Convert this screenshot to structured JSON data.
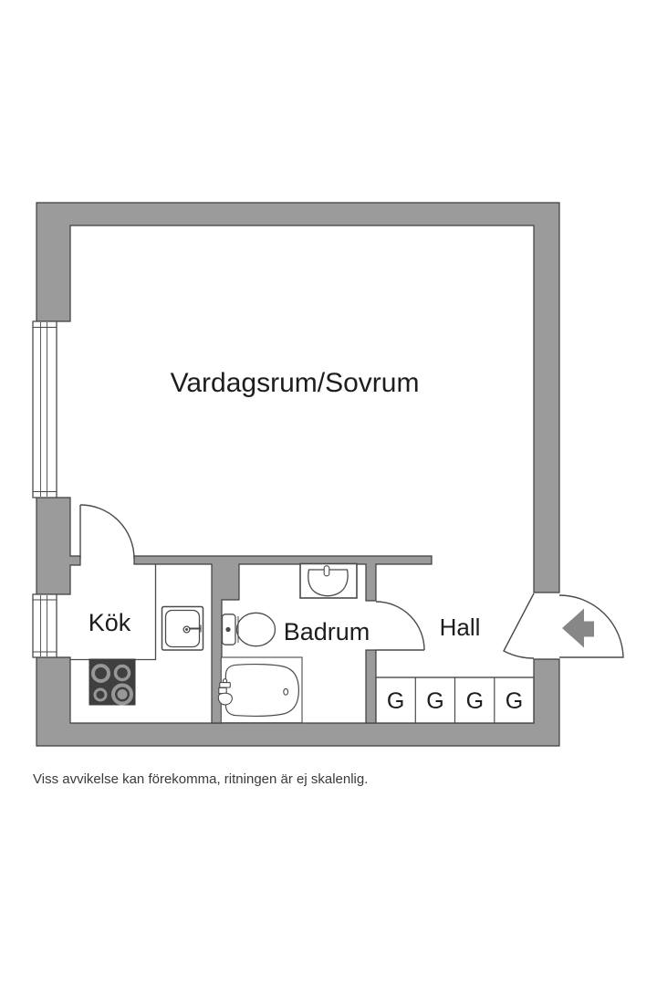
{
  "floorplan": {
    "rooms": {
      "living_room": {
        "label": "Vardagsrum/Sovrum"
      },
      "kitchen": {
        "label": "Kök"
      },
      "bathroom": {
        "label": "Badrum"
      },
      "hall": {
        "label": "Hall"
      }
    },
    "wardrobes": {
      "labels": [
        "G",
        "G",
        "G",
        "G"
      ]
    },
    "icons": {
      "entrance_arrow": "left-arrow"
    },
    "disclaimer": "Viss avvikelse kan förekomma, ritningen är ej skalenlig.",
    "colors": {
      "background": "#ffffff",
      "wall": "#9b9b9b",
      "wall_outline": "#3d3d3d",
      "fixture_line": "#4a4a4a",
      "stove_fill": "#3f3f3f",
      "burner_ring": "#979797",
      "arrow": "#878787",
      "label_text": "#1d1d1d",
      "disclaimer_text": "#3a3a3a"
    }
  }
}
